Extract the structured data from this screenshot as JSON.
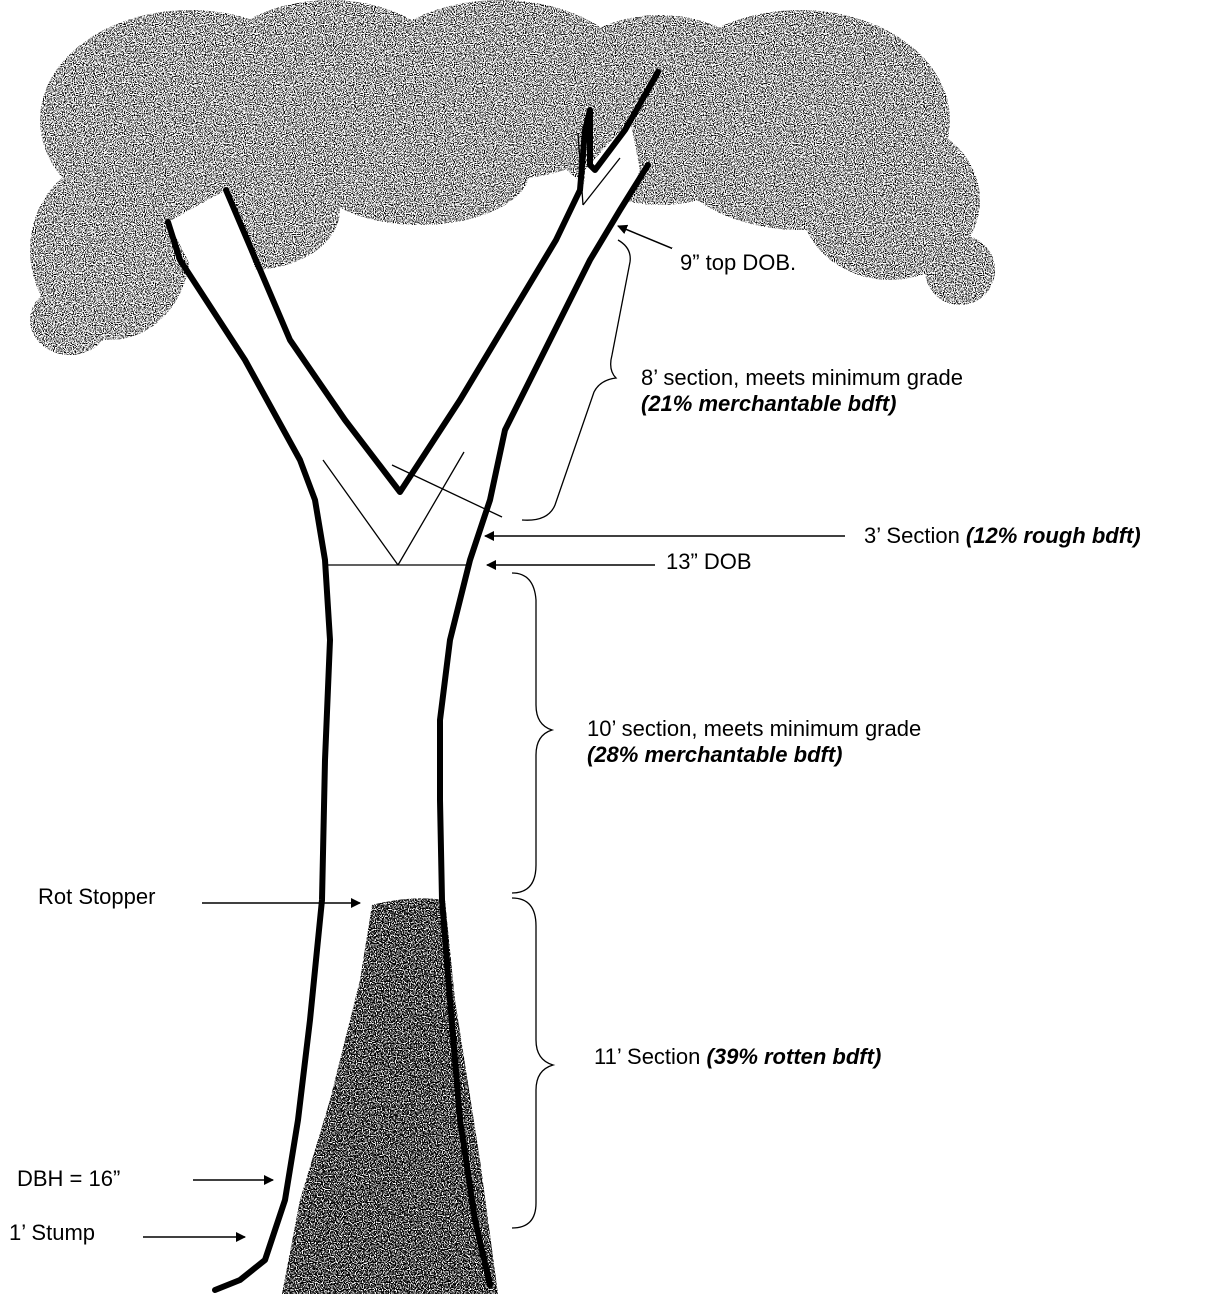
{
  "labels": {
    "top_dob": "9” top DOB.",
    "section_8": "8’ section, meets minimum grade",
    "section_8_note": "(21% merchantable bdft)",
    "section_3": "3’ Section ",
    "section_3_note": "(12% rough bdft)",
    "dob_13": "13” DOB",
    "section_10": "10’ section, meets minimum grade",
    "section_10_note": "(28% merchantable bdft)",
    "rot_stopper": "Rot Stopper",
    "section_11": "11’ Section ",
    "section_11_note": "(39% rotten bdft)",
    "dbh": "DBH = 16”",
    "stump": "1’ Stump"
  },
  "colors": {
    "ink": "#000000",
    "background": "#ffffff"
  }
}
